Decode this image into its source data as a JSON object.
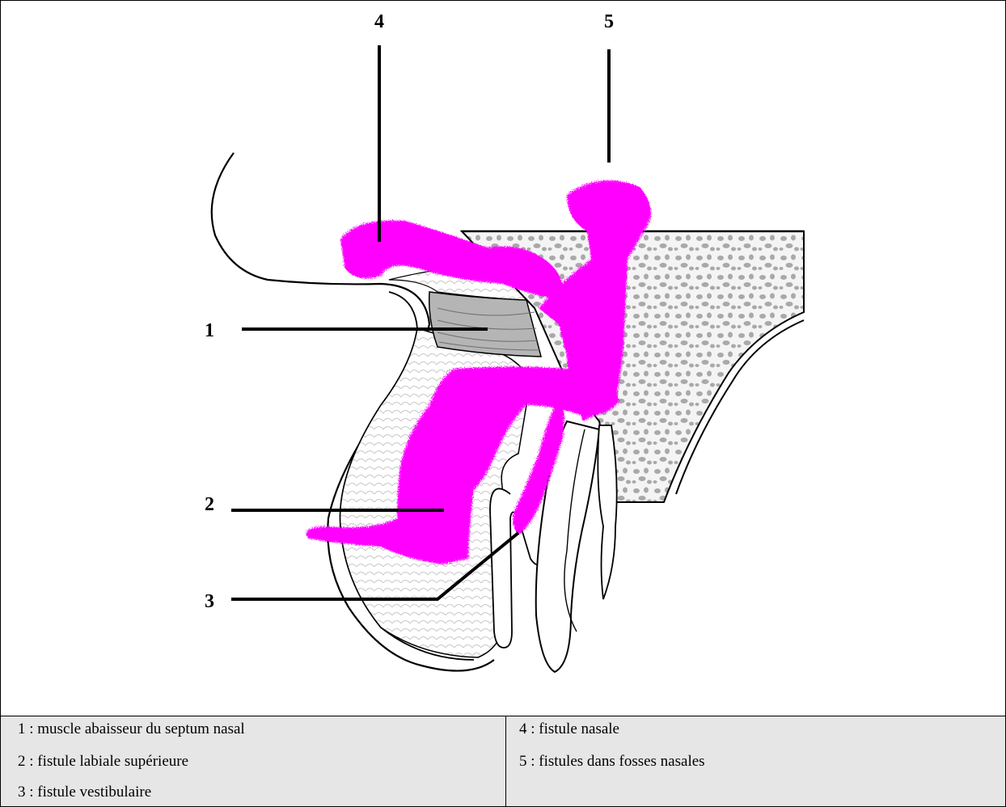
{
  "figure": {
    "number_labels": [
      "1",
      "2",
      "3",
      "4",
      "5"
    ]
  },
  "legend": {
    "left": [
      "1 : muscle abaisseur du septum nasal",
      "2 : fistule labiale supérieure",
      "3 : fistule vestibulaire"
    ],
    "right": [
      "4 : fistule nasale",
      "5 : fistules dans fosses nasales"
    ]
  },
  "colors": {
    "fistula": "#ff00ff",
    "bone_spots": "#a9a9a9",
    "muscle": "#b5b5b5",
    "outline": "#000000",
    "legend_background": "#e6e6e6"
  }
}
